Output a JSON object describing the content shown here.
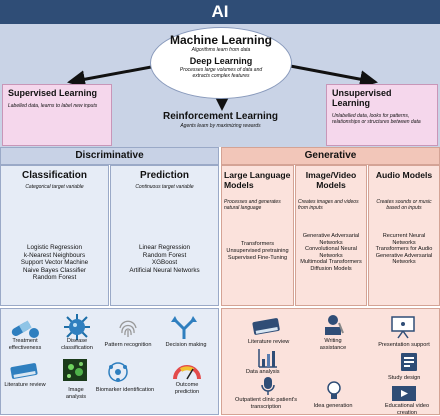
{
  "header": {
    "title": "AI"
  },
  "ml": {
    "title": "Machine Learning",
    "subtitle": "Algorithms learn from data",
    "dl_title": "Deep Learning",
    "dl_desc": "Processes large volumes of data and extracts complex features"
  },
  "supervised": {
    "title": "Supervised Learning",
    "desc": "Labelled data, learns to label new inputs"
  },
  "unsupervised": {
    "title": "Unsupervised Learning",
    "desc": "Unlabelled data, looks for patterns, relationships or structures between data"
  },
  "reinforcement": {
    "title": "Reinforcement Learning",
    "desc": "Agents learn by maximizing rewards"
  },
  "discriminative": {
    "title": "Discriminative",
    "classification": {
      "title": "Classification",
      "desc": "Categorical target variable",
      "items": [
        "Logistic Regression",
        "k-Nearest Neighbours",
        "Support Vector Machine",
        "Naive Bayes Classifier",
        "Random Forest"
      ]
    },
    "prediction": {
      "title": "Prediction",
      "desc": "Continuous target variable",
      "items": [
        "Linear Regression",
        "Random Forest",
        "XGBoost",
        "Artificial Neural Networks"
      ]
    },
    "uses": {
      "treatment": "Treatment effectiveness",
      "disease": "Disease classification",
      "pattern": "Pattern recognition",
      "decision": "Decision making",
      "literature": "Literature review",
      "image": "Image analysis",
      "biomarker": "Biomarker identification",
      "outcome": "Outcome prediction"
    }
  },
  "generative": {
    "title": "Generative",
    "llm": {
      "title": "Large Language Models",
      "desc": "Processes and generates natural language",
      "items": [
        "Transformers",
        "Unsupervised pretraining",
        "Supervised Fine-Tuning"
      ]
    },
    "imgvid": {
      "title": "Image/Video Models",
      "desc": "Creates images and videos from inputs",
      "items": [
        "Generative Adversarial Networks",
        "Convolutional Neural Networks",
        "Multimodal Transformers",
        "Diffusion Models"
      ]
    },
    "audio": {
      "title": "Audio Models",
      "desc": "Creates sounds or music based on inputs",
      "items": [
        "Recurrent Neural Networks",
        "Transformers for Audio",
        "Generative Adversarial Networks"
      ]
    },
    "uses": {
      "literature": "Literature review",
      "writing": "Writing assistance",
      "presentation": "Presentation support",
      "data": "Data analysis",
      "study": "Study design",
      "outpatient": "Outpatient clinic patient's transcription",
      "idea": "Idea generation",
      "educational": "Educational video creation"
    }
  },
  "colors": {
    "header_bg": "#2f4d76",
    "ml_band": "#c9d3e6",
    "side_pink": "#f5d7ec",
    "disc_header": "#c8d2e6",
    "disc_body": "#e6ecf6",
    "gen_header": "#f2c6b9",
    "gen_body": "#fbe2dc",
    "arrow": "#111111"
  }
}
